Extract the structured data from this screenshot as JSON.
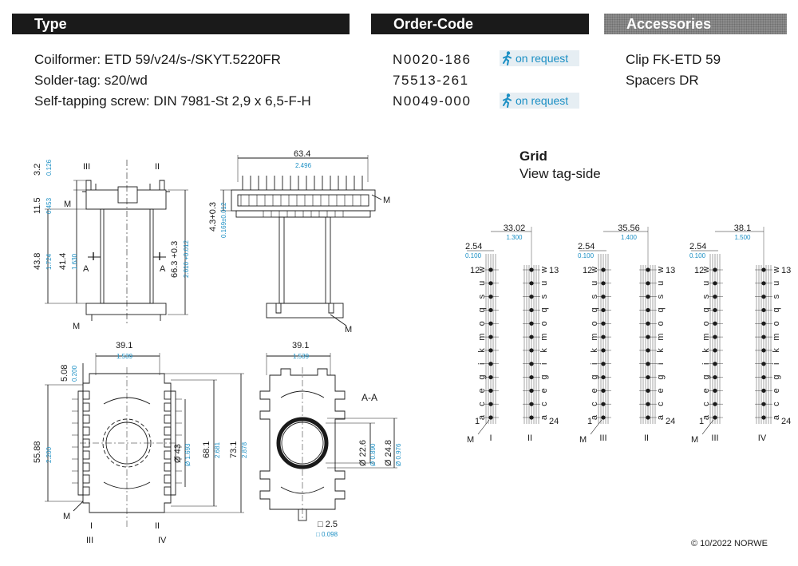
{
  "headers": {
    "type": "Type",
    "order_code": "Order-Code",
    "accessories": "Accessories"
  },
  "rows": [
    {
      "label": "Coilformer:",
      "value": "ETD 59/v24/s-/SKYT.5220FR",
      "code": "N0020-186",
      "on_request": "on request"
    },
    {
      "label": "Solder-tag:",
      "value": "s20/wd",
      "code": "75513-261"
    },
    {
      "label": "Self-tapping screw:",
      "value": "DIN 7981-St 2,9 x 6,5-F-H",
      "code": "N0049-000",
      "on_request": "on request"
    }
  ],
  "accessories": [
    "Clip FK-ETD 59",
    "Spacers DR"
  ],
  "grid": {
    "title": "Grid",
    "subtitle": "View tag-side"
  },
  "copyright": "© 10/2022 NORWE",
  "colors": {
    "dim_blue": "#1b8fc4",
    "header_dark": "#1a1a1a",
    "header_grey": "#8c8c8c"
  },
  "drawing": {
    "dims_side": [
      {
        "mm": "3.2",
        "inch": "0.126"
      },
      {
        "mm": "11.5",
        "inch": "0.453"
      },
      {
        "mm": "43.8",
        "inch": "1.724"
      },
      {
        "mm": "41.4",
        "inch": "1.630"
      },
      {
        "mm": "66.3 +0.3",
        "inch": "2.610 +0.012"
      }
    ],
    "dims_front": [
      {
        "mm": "63.4",
        "inch": "2.496"
      },
      {
        "mm": "4.3+0.3",
        "inch": "0.169±0.012"
      }
    ],
    "dims_bottom": [
      {
        "mm": "39.1",
        "inch": "1.539"
      },
      {
        "mm": "5.08",
        "inch": "0.200"
      },
      {
        "mm": "55.88",
        "inch": "2.200"
      },
      {
        "mm": "Ø 43",
        "inch": "Ø 1.693"
      },
      {
        "mm": "68.1",
        "inch": "2.681"
      },
      {
        "mm": "73.1",
        "inch": "2.878"
      }
    ],
    "dims_section": [
      {
        "mm": "39.1",
        "inch": "1.539"
      },
      {
        "mm": "Ø 22.6",
        "inch": "Ø 0.890"
      },
      {
        "mm": "Ø 24.8",
        "inch": "Ø 0.976"
      },
      {
        "mm": "□ 2.5",
        "inch": "□ 0.098"
      }
    ],
    "section_label": "A-A",
    "label_m": "M",
    "label_a": "A",
    "roman": [
      "I",
      "II",
      "III",
      "IV"
    ]
  },
  "grids": [
    {
      "pitch_mm": "2.54",
      "pitch_in": "0.100",
      "width_mm": "33.02",
      "width_in": "1.300",
      "romans": [
        "I",
        "II"
      ]
    },
    {
      "pitch_mm": "2.54",
      "pitch_in": "0.100",
      "width_mm": "35.56",
      "width_in": "1.400",
      "romans": [
        "III",
        "II"
      ]
    },
    {
      "pitch_mm": "2.54",
      "pitch_in": "0.100",
      "width_mm": "38.1",
      "width_in": "1.500",
      "romans": [
        "III",
        "IV"
      ]
    }
  ],
  "pin_letters_left": [
    "a",
    "c",
    "e",
    "g",
    "i",
    "k",
    "m",
    "o",
    "q",
    "s",
    "u",
    "w"
  ],
  "pin_letters_right": [
    "a",
    "c",
    "e",
    "g",
    "i",
    "k",
    "m",
    "o",
    "q",
    "s",
    "u",
    "w"
  ],
  "pin_numbers": {
    "bottom_left": "1",
    "top_left": "12",
    "top_right": "13",
    "bottom_right": "24"
  }
}
